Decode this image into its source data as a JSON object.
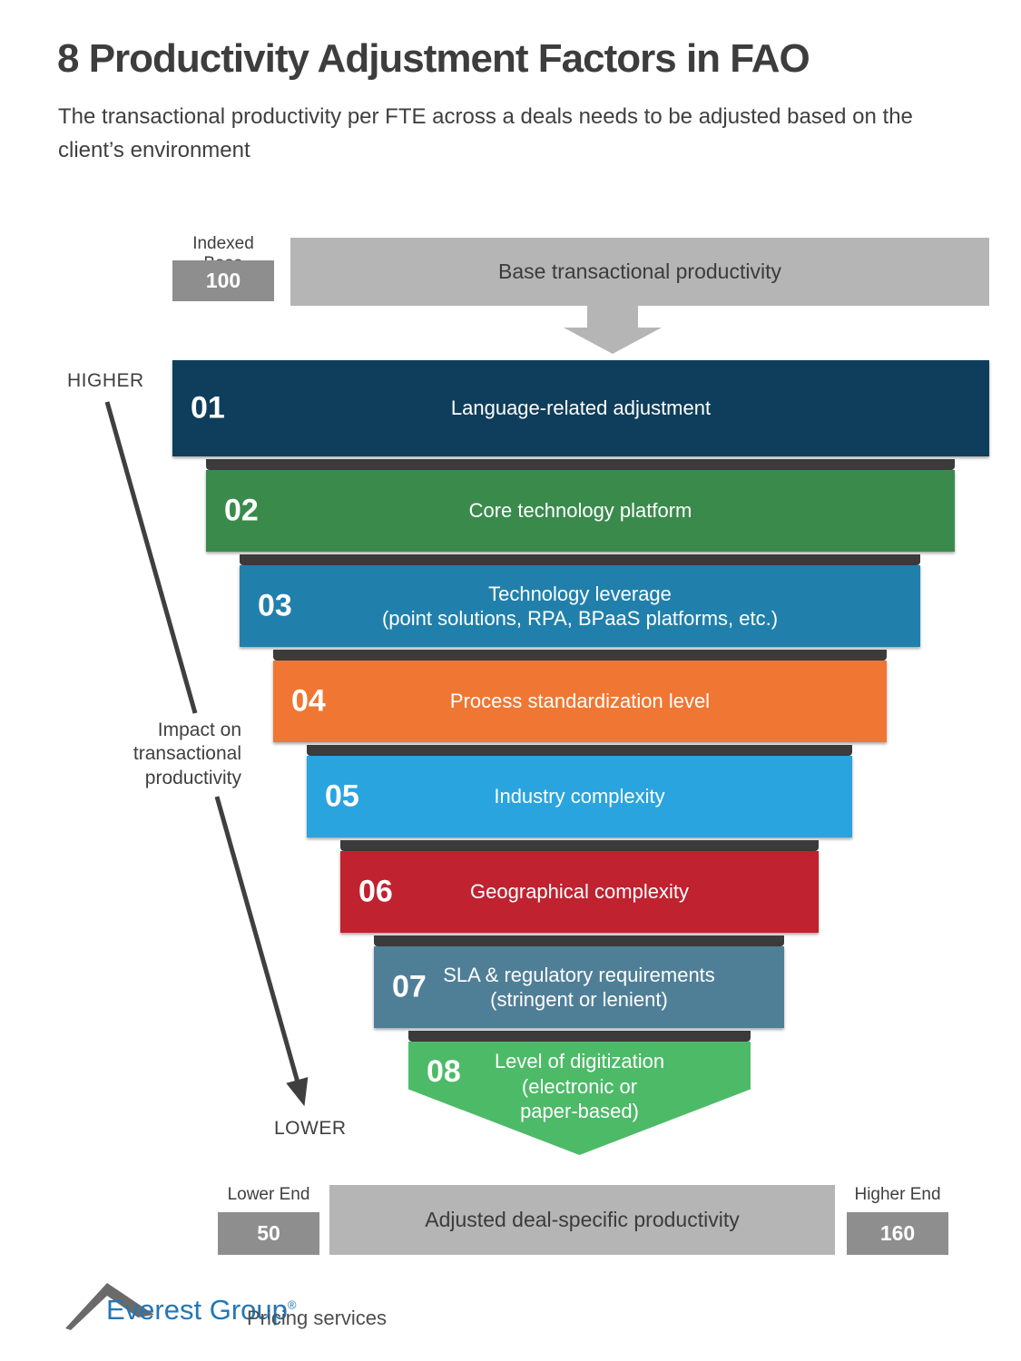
{
  "page": {
    "title": "8 Productivity Adjustment Factors in FAO",
    "subtitle": "The transactional productivity per FTE across a deals needs to be adjusted based on the client’s environment"
  },
  "base": {
    "indexed_base_label": "Indexed Base",
    "indexed_base_value": "100",
    "bar_label": "Base transactional productivity"
  },
  "funnel": {
    "higher_label": "HIGHER",
    "impact_label": "Impact on\ntransactional\nproductivity",
    "lower_label": "LOWER",
    "factors": [
      {
        "num": "01",
        "label": "Language-related adjustment",
        "color": "#0e3e5c"
      },
      {
        "num": "02",
        "label": "Core technology platform",
        "color": "#3a8a4c"
      },
      {
        "num": "03",
        "label": "Technology leverage\n(point solutions, RPA, BPaaS platforms, etc.)",
        "color": "#2180ab"
      },
      {
        "num": "04",
        "label": "Process standardization level",
        "color": "#ef7733"
      },
      {
        "num": "05",
        "label": "Industry complexity",
        "color": "#29a4df"
      },
      {
        "num": "06",
        "label": "Geographical complexity",
        "color": "#c0222f"
      },
      {
        "num": "07",
        "label": "SLA & regulatory requirements\n(stringent or lenient)",
        "color": "#4f7f97"
      },
      {
        "num": "08",
        "label": "Level of digitization\n(electronic or\npaper-based)",
        "color": "#4dba68"
      }
    ]
  },
  "result": {
    "lower_end_label": "Lower End",
    "lower_end_value": "50",
    "bar_label": "Adjusted deal-specific productivity",
    "higher_end_label": "Higher End",
    "higher_end_value": "160"
  },
  "footer": {
    "brand": "Everest Group",
    "registered_mark": "®",
    "tagline": "Pricing services"
  },
  "colors": {
    "gray_bar": "#b5b5b5",
    "gray_box": "#8e8e8e",
    "shadow_band": "#3b3b3b",
    "text_dark": "#3f3f3f",
    "brand_blue": "#2377b4",
    "arrow_line": "#3f3f3f"
  }
}
